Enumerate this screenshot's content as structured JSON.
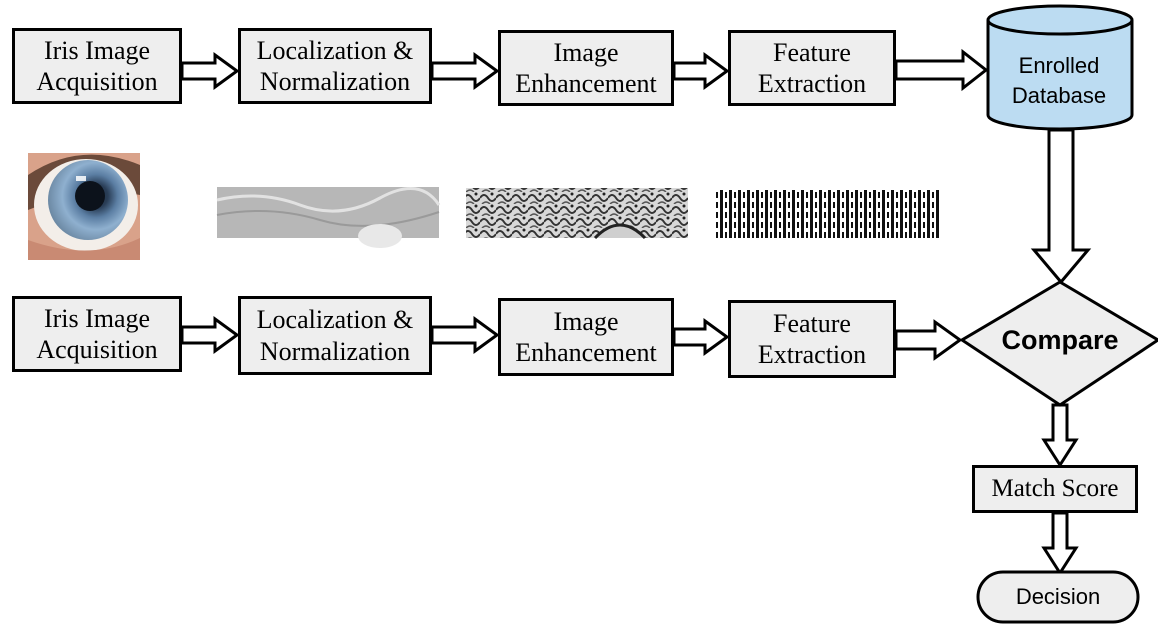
{
  "pipeline_top": [
    {
      "label": "Iris Image\nAcquisition"
    },
    {
      "label": "Localization &\nNormalization"
    },
    {
      "label": "Image\nEnhancement"
    },
    {
      "label": "Feature\nExtraction"
    }
  ],
  "pipeline_bottom": [
    {
      "label": "Iris Image\nAcquisition"
    },
    {
      "label": "Localization &\nNormalization"
    },
    {
      "label": "Image\nEnhancement"
    },
    {
      "label": "Feature\nExtraction"
    }
  ],
  "database": {
    "label": "Enrolled\nDatabase",
    "fill": "#bcdcf2"
  },
  "compare": {
    "label": "Compare"
  },
  "match_score": {
    "label": "Match Score"
  },
  "decision": {
    "label": "Decision"
  },
  "colors": {
    "box_fill": "#eeeeee",
    "stroke": "#000000",
    "database_fill": "#bcdcf2"
  }
}
